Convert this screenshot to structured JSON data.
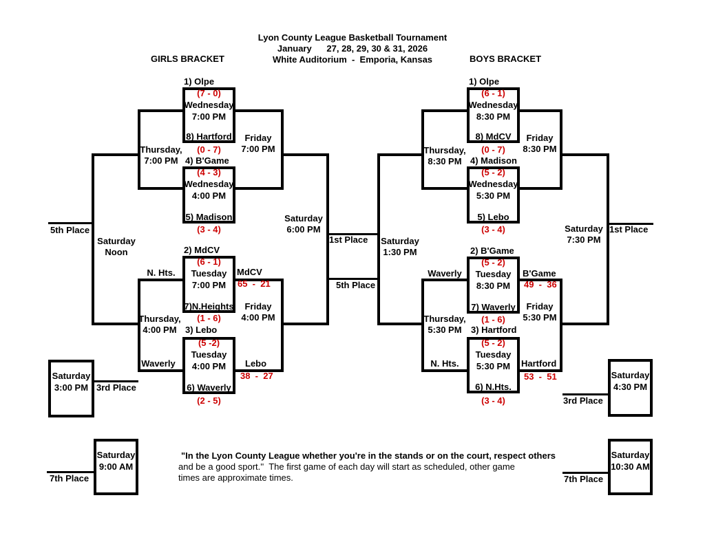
{
  "header": {
    "title": "Lyon County League Basketball Tournament",
    "date_line": "January      27, 28, 29, 30 & 31, 2026",
    "venue_line": "White Auditorium  -  Emporia, Kansas",
    "girls_label": "GIRLS BRACKET",
    "boys_label": "BOYS BRACKET"
  },
  "colors": {
    "text": "#000000",
    "record_red": "#cc0000",
    "background": "#ffffff"
  },
  "girls": {
    "games": [
      {
        "top_seed": "1) Olpe",
        "top_record": "(7 - 0)",
        "day": "Wednesday",
        "time": "7:00 PM",
        "bottom_seed": "8) Hartford",
        "bottom_record": "(0 - 7)"
      },
      {
        "top_seed": "4) B'Game",
        "top_record": "(4 - 3)",
        "day": "Wednesday",
        "time": "4:00 PM",
        "bottom_seed": "5) Madison",
        "bottom_record": "(3 - 4)"
      },
      {
        "top_seed": "2) MdCV",
        "top_record": "(6 - 1)",
        "day": "Tuesday",
        "time": "7:00 PM",
        "bottom_seed": "7)N.Heights",
        "bottom_record": "(1 - 6)"
      },
      {
        "top_seed": "3) Lebo",
        "top_record": "(5 -2)",
        "day": "Tuesday",
        "time": "4:00 PM",
        "bottom_seed": "6) Waverly",
        "bottom_record": "(2 - 5)"
      }
    ],
    "consolation_top": {
      "day": "Thursday,",
      "time": "7:00 PM"
    },
    "consolation_bottom": {
      "day": "Thursday,",
      "time": "4:00 PM"
    },
    "semifinal_top": {
      "day": "Friday",
      "time": "7:00 PM"
    },
    "semifinal_bottom": {
      "day": "Friday",
      "time": "4:00 PM"
    },
    "winner_semi3": {
      "team": "MdCV",
      "score": "65  -  21"
    },
    "winner_semi4": {
      "team": "Lebo",
      "score": "38  -  27"
    },
    "feed_top": "N. Hts.",
    "feed_bottom": "Waverly",
    "championship": {
      "day": "Saturday",
      "time": "6:00 PM",
      "place": "1st Place"
    },
    "fifth_place": {
      "day": "Saturday",
      "time": "Noon",
      "place": "5th Place"
    },
    "third_place": {
      "day": "Saturday",
      "time": "3:00 PM",
      "place": "3rd Place"
    },
    "seventh_place": {
      "day": "Saturday",
      "time": "9:00 AM",
      "place": "7th Place"
    }
  },
  "boys": {
    "games": [
      {
        "top_seed": "1) Olpe",
        "top_record": "(6 - 1)",
        "day": "Wednesday",
        "time": "8:30 PM",
        "bottom_seed": "8) MdCV",
        "bottom_record": "(0 - 7)"
      },
      {
        "top_seed": "4) Madison",
        "top_record": "(5 - 2)",
        "day": "Wednesday",
        "time": "5:30 PM",
        "bottom_seed": "5) Lebo",
        "bottom_record": "(3 - 4)"
      },
      {
        "top_seed": "2) B'Game",
        "top_record": "(5 - 2)",
        "day": "Tuesday",
        "time": "8:30 PM",
        "bottom_seed": "7) Waverly",
        "bottom_record": "(1 - 6)"
      },
      {
        "top_seed": "3) Hartford",
        "top_record": "(5 - 2)",
        "day": "Tuesday",
        "time": "5:30 PM",
        "bottom_seed": "6) N.Hts.",
        "bottom_record": "(3 - 4)"
      }
    ],
    "consolation_top": {
      "day": "Thursday,",
      "time": "8:30 PM"
    },
    "consolation_bottom": {
      "day": "Thursday,",
      "time": "5:30 PM"
    },
    "semifinal_top": {
      "day": "Friday",
      "time": "8:30 PM"
    },
    "semifinal_bottom": {
      "day": "Friday",
      "time": "5:30 PM"
    },
    "winner_semi3": {
      "team": "B'Game",
      "score": "49  -  36"
    },
    "winner_semi4": {
      "team": "Hartford",
      "score": "53  -  51"
    },
    "feed_top": "Waverly",
    "feed_bottom": "N. Hts.",
    "championship": {
      "day": "Saturday",
      "time": "7:30 PM",
      "place": "1st Place"
    },
    "fifth_place": {
      "day": "Saturday",
      "time": "1:30 PM",
      "place": "5th Place"
    },
    "third_place": {
      "day": "Saturday",
      "time": "4:30 PM",
      "place": "3rd Place"
    },
    "seventh_place": {
      "day": "Saturday",
      "time": "10:30 AM",
      "place": "7th Place"
    }
  },
  "notes": {
    "line1": "\"In the Lyon County League whether you're in the stands or on the court, respect others",
    "line2": "and be a good sport.''  The first game of each day will start as scheduled, other game",
    "line3": "times are approximate times."
  }
}
